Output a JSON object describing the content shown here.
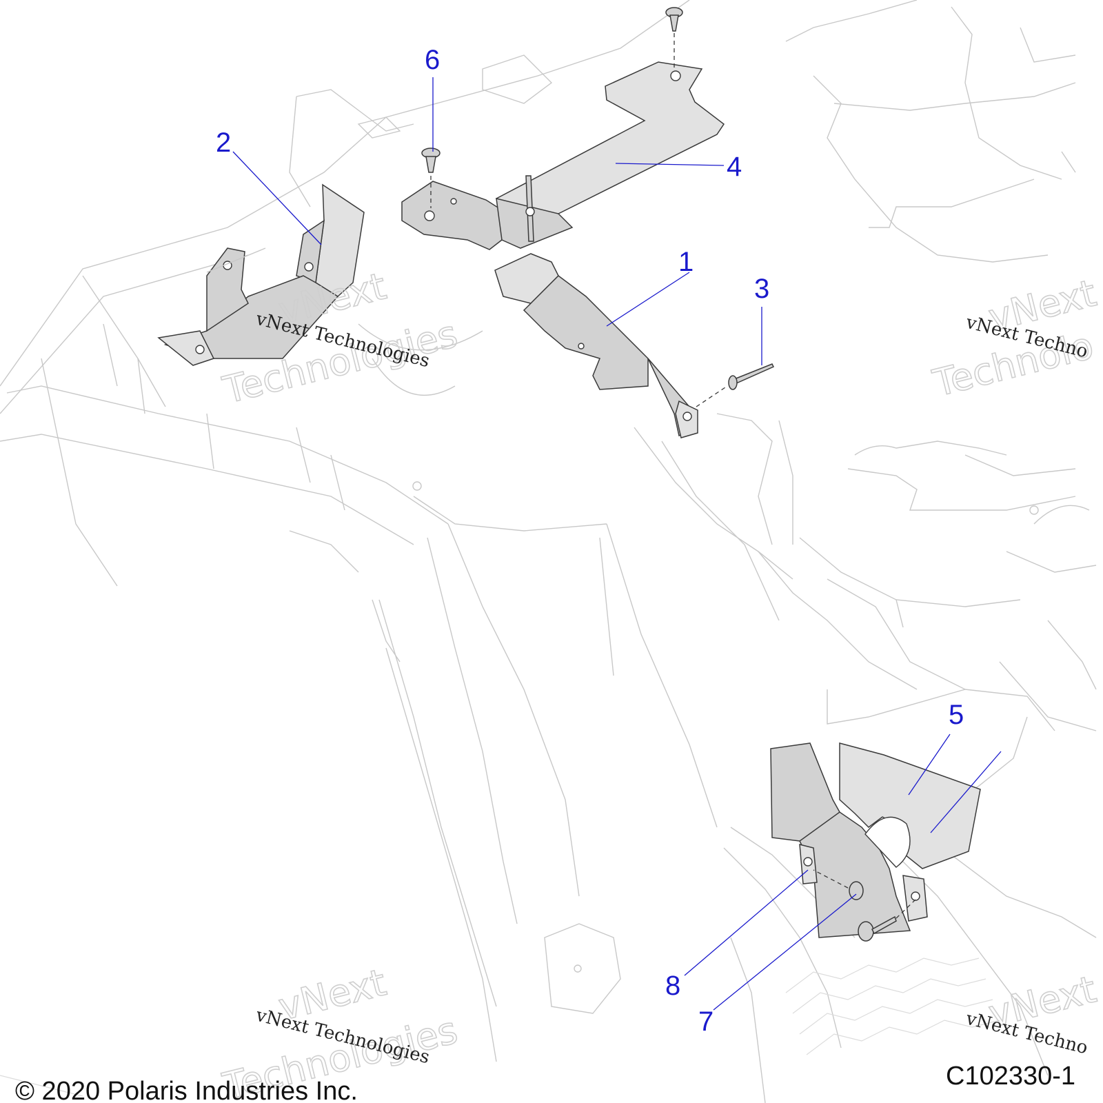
{
  "diagram": {
    "callouts": [
      "1",
      "2",
      "3",
      "4",
      "5",
      "6",
      "7",
      "8"
    ],
    "watermark": {
      "line1": "vNext Technologies",
      "line2_a": "vNext",
      "line2_b": "Technologies",
      "partial_line1": "vNext Techno",
      "partial_line2_a": "vNext",
      "partial_line2_b": "Technolo"
    },
    "copyright": "© 2020 Polaris Industries Inc.",
    "figure_id": "C102330-1"
  }
}
